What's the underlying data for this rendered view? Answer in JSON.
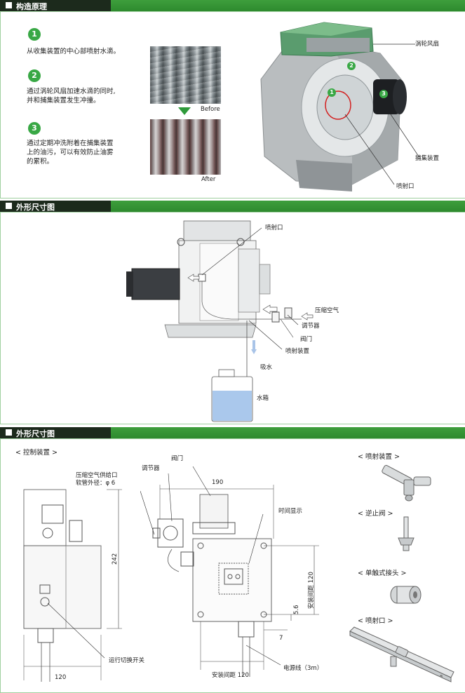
{
  "section1": {
    "title": "构造原理",
    "steps": [
      {
        "num": "1",
        "text": "从收集装置的中心部喷射水滴。"
      },
      {
        "num": "2",
        "text": "通过涡轮风扇加速水滴的同时,\n并和捕集装置发生冲撞。"
      },
      {
        "num": "3",
        "text": "通过定期冲洗附着在捕集装置\n上的油污，可以有效防止油雾\n的累积。"
      }
    ],
    "photo_before": "Before",
    "photo_after": "After",
    "labels": {
      "turbine": "涡轮风扇",
      "collector": "捕集装置",
      "nozzle": "喷射口"
    },
    "badges": [
      "1",
      "2",
      "3"
    ]
  },
  "section2": {
    "title": "外形尺寸图",
    "labels": {
      "nozzle": "喷射口",
      "compressed_air": "压缩空气",
      "regulator": "调节器",
      "valve": "阀门",
      "spray_device": "喷射装置",
      "suction": "吸水",
      "tank": "水箱"
    }
  },
  "section3": {
    "title": "外形尺寸图",
    "control_title": "< 控制装置 >",
    "labels": {
      "air_supply_line1": "压缩空气供给口",
      "air_supply_line2": "软管外径：φ 6",
      "regulator": "调节器",
      "valve": "阀门",
      "time_display": "时间显示",
      "run_switch": "运行切换开关",
      "power_cable": "电源线（3m）",
      "mount_pitch_h": "安装间距 120",
      "mount_pitch_v": "安装间距 120"
    },
    "dims": {
      "d190": "190",
      "d242": "242",
      "d120": "120",
      "d56": "5.6",
      "d7": "7"
    },
    "parts": [
      {
        "title": "< 喷射装置 >"
      },
      {
        "title": "< 逆止阀 >"
      },
      {
        "title": "< 单触式接头 >"
      },
      {
        "title": "< 喷射口 >"
      }
    ]
  }
}
